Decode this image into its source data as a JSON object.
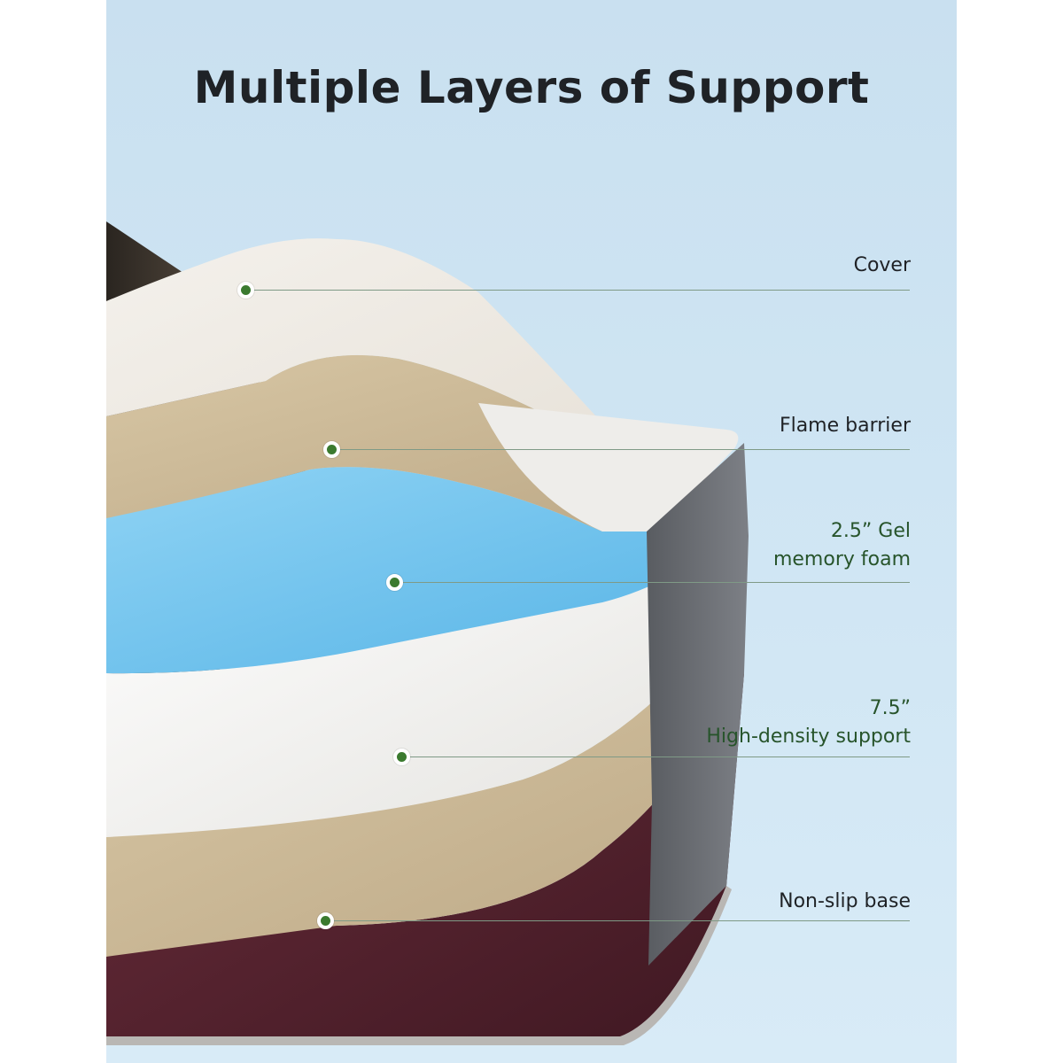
{
  "title": "Multiple Layers of Support",
  "layers": [
    {
      "lines": [
        "Cover"
      ],
      "style": "plain",
      "icon": "dot-marker-icon"
    },
    {
      "lines": [
        "Flame barrier"
      ],
      "style": "plain",
      "icon": "dot-marker-icon"
    },
    {
      "lines": [
        "2.5” Gel",
        "memory foam"
      ],
      "style": "accent",
      "icon": "dot-marker-icon"
    },
    {
      "lines": [
        "7.5”",
        "High-density support"
      ],
      "style": "accent",
      "icon": "dot-marker-icon"
    },
    {
      "lines": [
        "Non-slip base"
      ],
      "style": "plain",
      "icon": "dot-marker-icon"
    }
  ],
  "colors": {
    "accent_text": "#27542b",
    "marker": "#3b7a2f",
    "background": "#cfe5f3",
    "cover": "#efeae3",
    "flame_barrier": "#cbb896",
    "gel_foam": "#6cc2ee",
    "support_foam": "#f6f6f4",
    "base": "#5a2632",
    "side_fabric": "#6f7277"
  }
}
